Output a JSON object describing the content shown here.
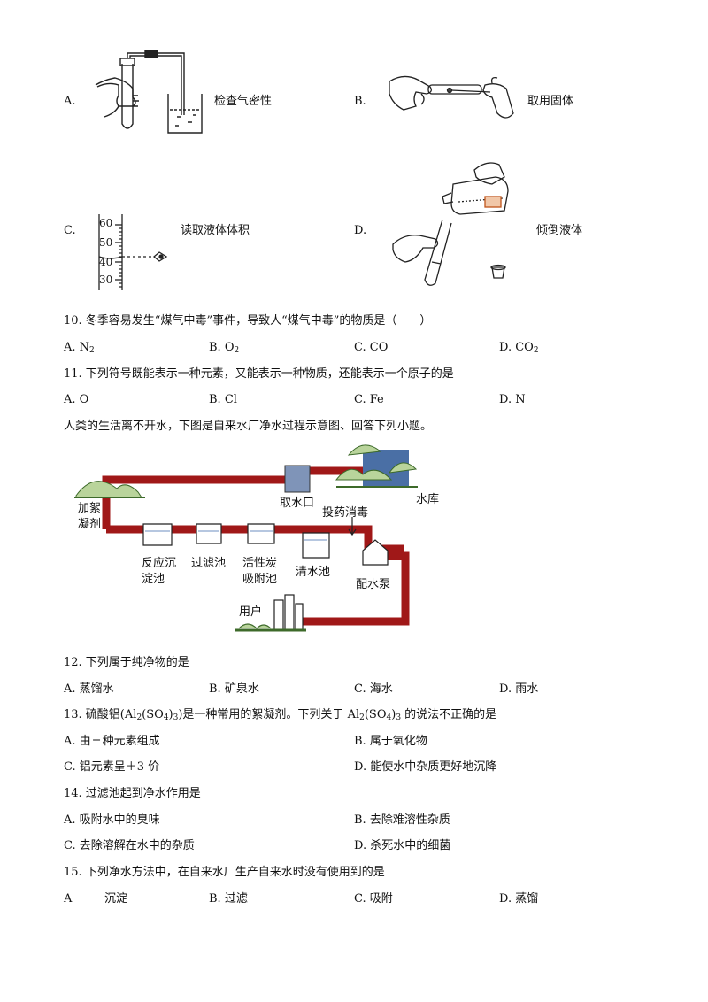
{
  "q9_options": {
    "a": {
      "letter": "A.",
      "caption": "检查气密性"
    },
    "b": {
      "letter": "B.",
      "caption": "取用固体"
    },
    "c": {
      "letter": "C.",
      "caption": "读取液体体积",
      "scale_marks": [
        "60",
        "50",
        "40",
        "30"
      ]
    },
    "d": {
      "letter": "D.",
      "caption": "倾倒液体"
    }
  },
  "q10": {
    "stem": "10. 冬季容易发生“煤气中毒”事件，导致人“煤气中毒”的物质是（　　）",
    "options": {
      "a_pre": "A. N",
      "a_sub": "2",
      "b_pre": "B. O",
      "b_sub": "2",
      "c": "C. CO",
      "d_pre": "D. CO",
      "d_sub": "2"
    }
  },
  "q11": {
    "stem": "11. 下列符号既能表示一种元素，又能表示一种物质，还能表示一个原子的是",
    "options": {
      "a": "A.  O",
      "b": "B.  Cl",
      "c": "C.  Fe",
      "d": "D.  N"
    }
  },
  "intro": "人类的生活离不开水，下图是自来水厂净水过程示意图、回答下列小题。",
  "diagram": {
    "intake": "取水口",
    "reservoir": "水库",
    "coagulant_1": "加絮",
    "coagulant_2": "凝剂",
    "disinfect": "投药消毒",
    "settle_1": "反应沉",
    "settle_2": "淀池",
    "filter": "过滤池",
    "carbon_1": "活性炭",
    "carbon_2": "吸附池",
    "clear": "清水池",
    "pump": "配水泵",
    "user": "用户"
  },
  "q12": {
    "stem": "12. 下列属于纯净物的是",
    "options": {
      "a": "A.  蒸馏水",
      "b": "B.  矿泉水",
      "c": "C.  海水",
      "d": "D.  雨水"
    }
  },
  "q13": {
    "stem_1": "13. 硫酸铝(Al",
    "s1": "2",
    "stem_2": "(SO",
    "s2": "4",
    "stem_3": ")",
    "s3": "3",
    "stem_4": ")是一种常用的絮凝剂。下列关于 Al",
    "s4": "2",
    "stem_5": "(SO",
    "s5": "4",
    "stem_6": ")",
    "s6": "3",
    "stem_7": " 的说法不正确的是",
    "options": {
      "a": "A.  由三种元素组成",
      "b": "B.  属于氧化物",
      "c": "C.  铝元素呈＋3 价",
      "d": "D.  能使水中杂质更好地沉降"
    }
  },
  "q14": {
    "stem": "14. 过滤池起到净水作用是",
    "options": {
      "a": "A.  吸附水中的臭味",
      "b": "B.  去除难溶性杂质",
      "c": "C.  去除溶解在水中的杂质",
      "d": "D.  杀死水中的细菌"
    }
  },
  "q15": {
    "stem": "15. 下列净水方法中，在自来水厂生产自来水时没有使用到的是",
    "options": {
      "a_letter": "A",
      "a": "沉淀",
      "b": "B.  过滤",
      "c": "C.  吸附",
      "d": "D.  蒸馏"
    }
  },
  "colors": {
    "pipe": "#a01818",
    "tree": "#b9d49b",
    "tree_stroke": "#3d6a2a",
    "intake": "#7f94b8",
    "reservoir": "#4a6fa5"
  }
}
